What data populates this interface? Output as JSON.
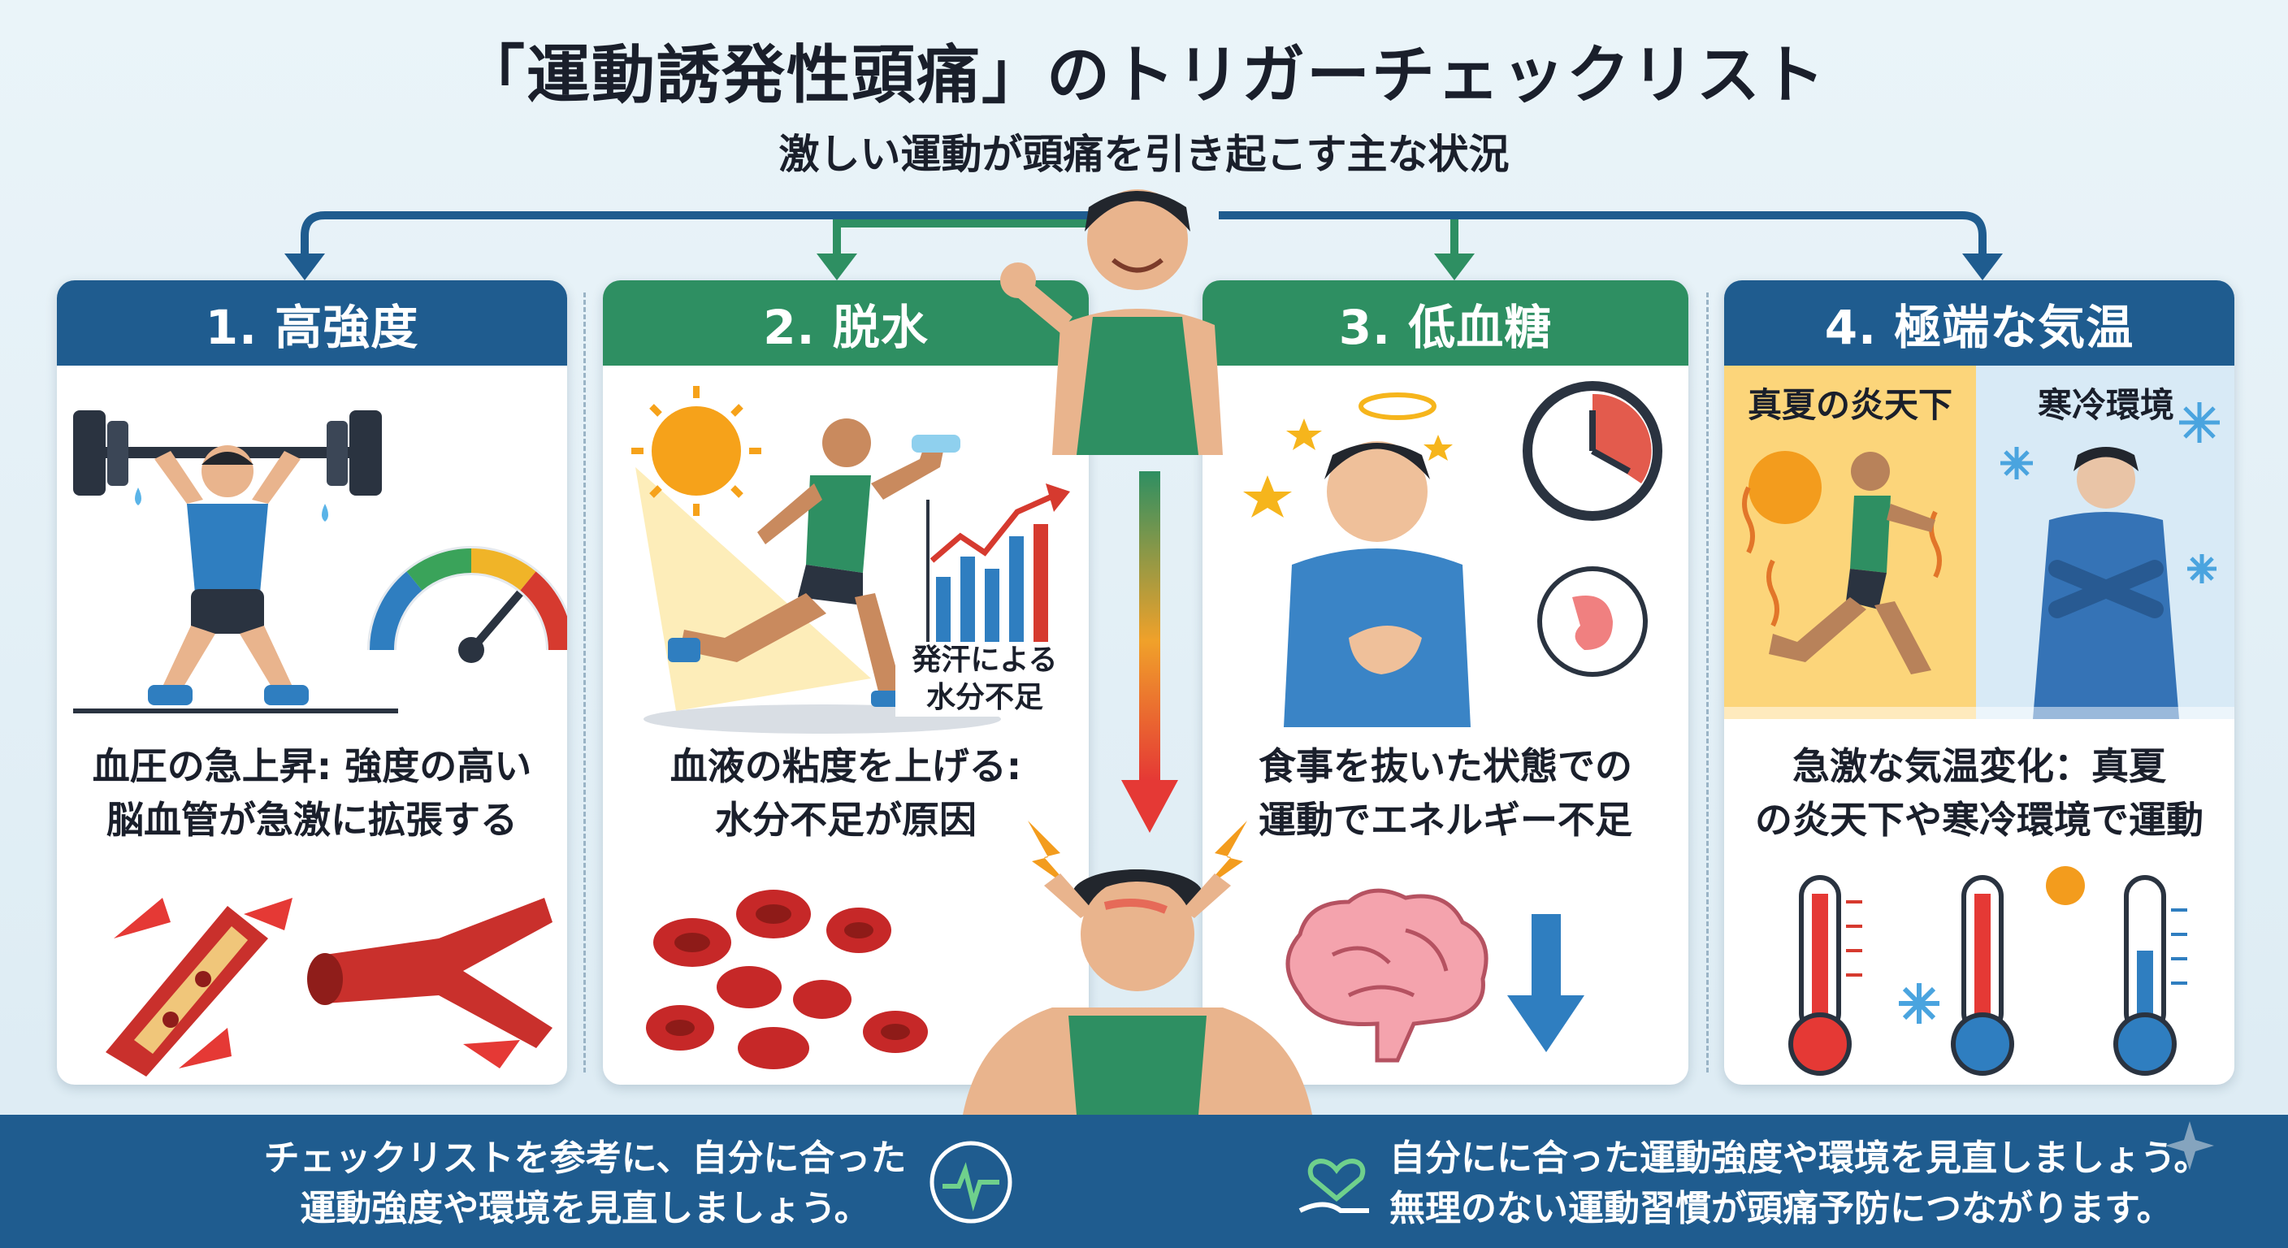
{
  "header": {
    "title": "「運動誘発性頭痛」のトリガーチェックリスト",
    "subtitle": "激しい運動が頭痛を引き起こす主な状況"
  },
  "cards": [
    {
      "heading": "1. 高強度",
      "text_lines": [
        "血圧の急上昇: 強度の高い",
        "脳血管が急激に拡張する"
      ]
    },
    {
      "heading": "2. 脱水",
      "chart_caption_lines": [
        "発汗による",
        "水分不足"
      ],
      "text_lines": [
        "血液の粘度を上げる:",
        "水分不足が原因"
      ]
    },
    {
      "heading": "3. 低血糖",
      "text_lines": [
        "食事を抜いた状態での",
        "運動でエネルギー不足"
      ]
    },
    {
      "heading": "4. 極端な気温",
      "hot_label": "真夏の炎天下",
      "cold_label": "寒冷環境",
      "text_lines": [
        "急激な気温変化：真夏",
        "の炎天下や寒冷環境で運動"
      ]
    }
  ],
  "footer": {
    "left_lines": [
      "チェックリストを参考に、自分に合った",
      "運動強度や環境を見直しましょう。"
    ],
    "right_lines": [
      "自分にに合った運動強度や環境を見直しましょう。",
      "無理のない運動習慣が頭痛予防につながります。"
    ]
  },
  "colors": {
    "primary_blue": "#1f5c8f",
    "primary_green": "#2e8f62",
    "accent_red": "#d63a2f",
    "background": "#eaf4f9"
  }
}
